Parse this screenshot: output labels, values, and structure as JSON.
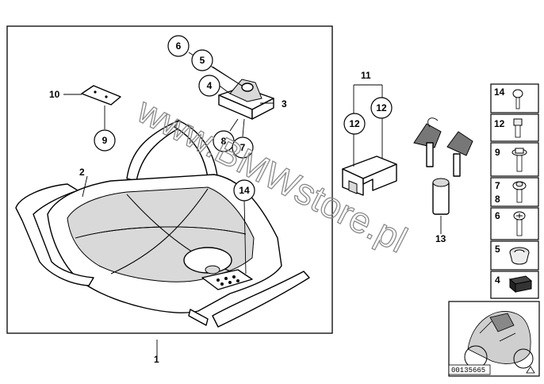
{
  "diagram": {
    "watermark": "www.BMWstore.pl",
    "reference_code": "00135665",
    "main_labels": {
      "n1": "1",
      "n2": "2",
      "n3": "3",
      "n4": "4",
      "n5": "5",
      "n6": "6",
      "n7": "7",
      "n8": "8",
      "n9": "9",
      "n10": "10",
      "n11": "11",
      "n12a": "12",
      "n12b": "12",
      "n13": "13",
      "n14": "14"
    },
    "side_panel": [
      {
        "label": "14",
        "icon": "dome-screw-icon"
      },
      {
        "label": "12",
        "icon": "cap-screw-icon"
      },
      {
        "label": "9",
        "icon": "flange-screw-icon"
      },
      {
        "label": "7",
        "label2": "8",
        "icon": "washer-screw-icon"
      },
      {
        "label": "6",
        "icon": "phillips-screw-icon"
      },
      {
        "label": "5",
        "icon": "grommet-icon"
      },
      {
        "label": "4",
        "icon": "rubber-pad-icon"
      }
    ]
  }
}
